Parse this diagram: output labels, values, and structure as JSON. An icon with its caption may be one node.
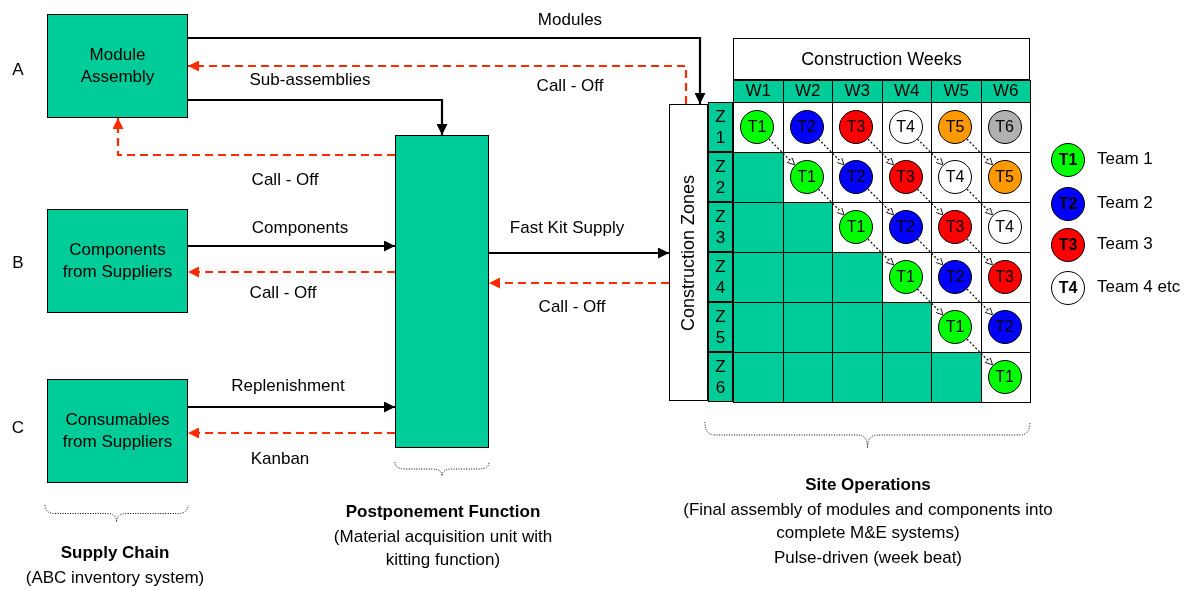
{
  "diagram": {
    "nodes": [
      {
        "text": [
          "Module Assembly"
        ]
      },
      {
        "text": [
          "Components from Suppliers"
        ]
      },
      {
        "text": [
          "Consumables from Suppliers"
        ]
      },
      {
        "text": [],
        "shape": "box"
      },
      {
        "text": [
          "Construction Zones"
        ]
      },
      {
        "text": [
          "T1"
        ]
      },
      {
        "text": [
          "T2"
        ]
      },
      {
        "text": [
          "T3"
        ]
      },
      {
        "text": [
          "T4"
        ]
      },
      {
        "text": [
          "T5"
        ]
      },
      {
        "text": [
          "T6"
        ]
      },
      {
        "text": [
          "T1"
        ]
      },
      {
        "text": [
          "T2"
        ]
      },
      {
        "text": [
          "T3"
        ]
      },
      {
        "text": [
          "T4"
        ]
      },
      {
        "text": [
          "T5"
        ]
      },
      {
        "text": [
          "T1"
        ]
      },
      {
        "text": [
          "T2"
        ]
      },
      {
        "text": [
          "T3"
        ]
      },
      {
        "text": [
          "T4"
        ]
      },
      {
        "text": [
          "T1"
        ]
      },
      {
        "text": [
          "T2"
        ]
      },
      {
        "text": [
          "T3"
        ]
      },
      {
        "text": [
          "T1"
        ]
      },
      {
        "text": [
          "T2"
        ]
      },
      {
        "text": [
          "T1"
        ]
      }
    ],
    "edges": [
      {
        "from": 0,
        "to": 4,
        "arrow": "to",
        "label": "Modules"
      },
      {
        "from": 4,
        "to": 0,
        "arrow": "to",
        "label": "Call - Off",
        "style": "dashed",
        "color": "#ff2a00"
      },
      {
        "from": 0,
        "to": 3,
        "arrow": "to",
        "label": "Sub-assemblies"
      },
      {
        "from": 3,
        "to": 0,
        "arrow": "to",
        "label": "Call - Off",
        "style": "dashed",
        "color": "#ff2a00"
      },
      {
        "from": 1,
        "to": 3,
        "arrow": "to",
        "label": "Components"
      },
      {
        "from": 3,
        "to": 1,
        "arrow": "to",
        "label": "Call - Off",
        "style": "dashed",
        "color": "#ff2a00"
      },
      {
        "from": 3,
        "to": 4,
        "arrow": "to",
        "label": "Fast Kit Supply"
      },
      {
        "from": 4,
        "to": 3,
        "arrow": "to",
        "label": "Call - Off",
        "style": "dashed",
        "color": "#ff2a00"
      },
      {
        "from": 2,
        "to": 3,
        "arrow": "to",
        "label": "Replenishment"
      },
      {
        "from": 3,
        "to": 2,
        "arrow": "to",
        "label": "Kanban",
        "style": "dashed",
        "color": "#ff2a00"
      },
      {
        "from": 5,
        "to": 11,
        "arrow": "to",
        "style": "dashed"
      },
      {
        "from": 6,
        "to": 12,
        "arrow": "to",
        "style": "dashed"
      },
      {
        "from": 7,
        "to": 13,
        "arrow": "to",
        "style": "dashed"
      },
      {
        "from": 8,
        "to": 14,
        "arrow": "to",
        "style": "dashed"
      },
      {
        "from": 9,
        "to": 15,
        "arrow": "to",
        "style": "dashed"
      },
      {
        "from": 11,
        "to": 16,
        "arrow": "to",
        "style": "dashed"
      },
      {
        "from": 12,
        "to": 17,
        "arrow": "to",
        "style": "dashed"
      },
      {
        "from": 13,
        "to": 18,
        "arrow": "to",
        "style": "dashed"
      },
      {
        "from": 14,
        "to": 19,
        "arrow": "to",
        "style": "dashed"
      },
      {
        "from": 16,
        "to": 20,
        "arrow": "to",
        "style": "dashed"
      },
      {
        "from": 17,
        "to": 21,
        "arrow": "to",
        "style": "dashed"
      },
      {
        "from": 18,
        "to": 22,
        "arrow": "to",
        "style": "dashed"
      },
      {
        "from": 20,
        "to": 23,
        "arrow": "to",
        "style": "dashed"
      },
      {
        "from": 21,
        "to": 24,
        "arrow": "to",
        "style": "dashed"
      },
      {
        "from": 23,
        "to": 25,
        "arrow": "to",
        "style": "dashed"
      }
    ],
    "labels": [
      "A",
      "B",
      "C",
      "Construction Weeks",
      "W1",
      "W2",
      "W3",
      "W4",
      "W5",
      "W6",
      "Z 1",
      "Z 2",
      "Z 3",
      "Z 4",
      "Z 5",
      "Z 6",
      "T1",
      "T2",
      "T3",
      "T4",
      "Supply Chain",
      "(ABC inventory system)",
      "Postponement Function",
      "(Material acquisition unit with kitting function)",
      "Site Operations",
      "(Final assembly of modules and components into complete M&E systems)",
      "Pulse-driven (week beat)"
    ],
    "legend": [
      {
        "text": "Team 1",
        "color": "#00ff00"
      },
      {
        "text": "Team 2",
        "color": "#0000ff"
      },
      {
        "text": "Team 3",
        "color": "#ff0000"
      },
      {
        "text": "Team 4 etc",
        "color": "#ffffff"
      }
    ]
  }
}
